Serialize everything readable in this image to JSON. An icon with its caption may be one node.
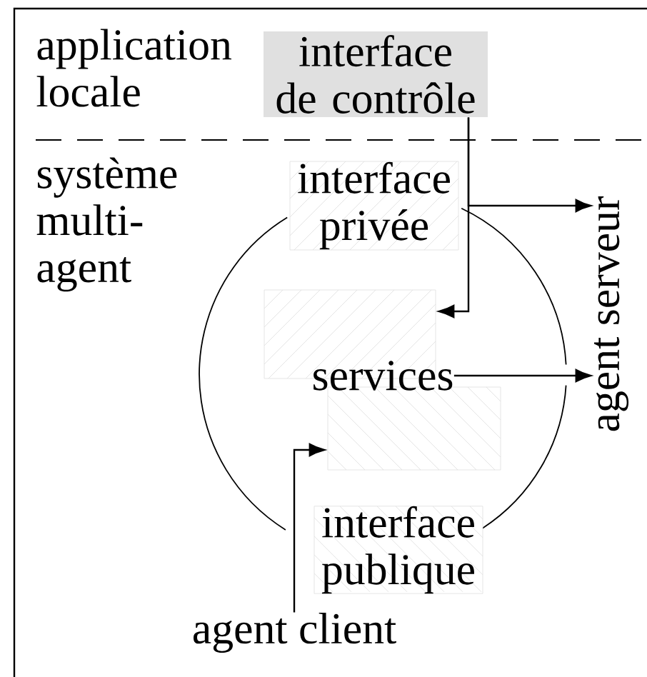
{
  "diagram": {
    "nodes": [
      {
        "text": [
          "interface de contrôle"
        ]
      },
      {
        "text": [
          "interface privée"
        ]
      },
      {
        "text": [],
        "shape": "box"
      },
      {
        "text": [],
        "shape": "box"
      },
      {
        "text": [
          "services"
        ]
      },
      {
        "text": [
          "interface publique"
        ]
      },
      {
        "text": [
          "agent client"
        ]
      },
      {
        "text": [
          "agent serveur"
        ]
      }
    ],
    "edges": [
      {
        "from": 0,
        "to": 2,
        "arrow": "to"
      },
      {
        "from": 0,
        "to": 7,
        "arrow": "to"
      },
      {
        "from": 4,
        "to": 7,
        "arrow": "to"
      },
      {
        "from": 6,
        "to": 3,
        "arrow": "to"
      }
    ],
    "labels": [
      "application locale",
      "système multi-agent"
    ]
  }
}
